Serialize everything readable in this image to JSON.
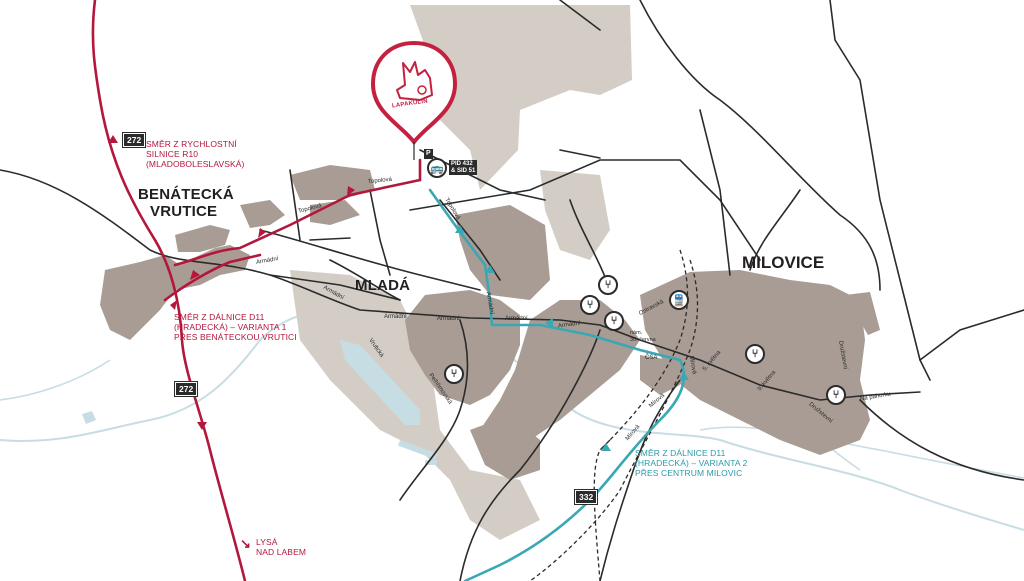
{
  "towns": {
    "benatecka_line1": "BENÁTECKÁ",
    "benatecka_line2": "VRUTICE",
    "mlada": "MLADÁ",
    "milovice": "MILOVICE"
  },
  "directions": {
    "r10_line1": "SMĚR Z RYCHLOSTNÍ",
    "r10_line2": "SILNICE R10",
    "r10_line3": "(MLADOBOLESLAVSKÁ)",
    "d11v1_line1": "SMĚR Z DÁLNICE D11",
    "d11v1_line2": "(HRADECKÁ) – VARIANTA 1",
    "d11v1_line3": "PŘES BENÁTECKOU VRUTICI",
    "d11v2_line1": "SMĚR Z DÁLNICE D11",
    "d11v2_line2": "(HRADECKÁ) – VARIANTA 2",
    "d11v2_line3": "PŘES CENTRUM MILOVIC",
    "lysa_line1": "LYSÁ",
    "lysa_line2": "NAD LABEM"
  },
  "road_shields": {
    "r272_top": "272",
    "r272_bottom": "272",
    "r332": "332"
  },
  "bus_stop": {
    "line1": "PID 432",
    "line2": "& SID 51",
    "parking": "P"
  },
  "station_area": {
    "square_line1": "nám.",
    "square_line2": "30. června"
  },
  "streets": {
    "topolova_1": "Topolová",
    "topolova_2": "Topolová",
    "topolova_3": "Topolová",
    "armadni_1": "Armádní",
    "armadni_2": "Armádní",
    "armadni_3": "Armádní",
    "armadni_4": "Armádní",
    "armadni_5": "Armádní",
    "armadni_6": "Armádní",
    "armadni_7": "Armádní",
    "ostravska": "Ostravská",
    "cska": "ČSA",
    "mirova_1": "Mírová",
    "mirova_2": "Mírová",
    "mirova_3": "Mírová",
    "druzstevni_1": "Družstevní",
    "druzstevni_2": "Družstevní",
    "na_pahorku": "Na pahorku",
    "kvetna_1": "5. května",
    "kvetna_2": "9. května",
    "vrutice": "Vrutická",
    "pelhrimovska": "Pelhřimovská"
  },
  "logo": {
    "name": "lapakulin-logo",
    "text": "LAPAKULIN",
    "color": "#c42140"
  },
  "colors": {
    "route_red": "#b3173c",
    "route_blue": "#3aa7b4",
    "road": "#2b2b2b",
    "urban": "#a89c94",
    "industrial": "#d3cdc6",
    "water": "#c6dde3"
  }
}
